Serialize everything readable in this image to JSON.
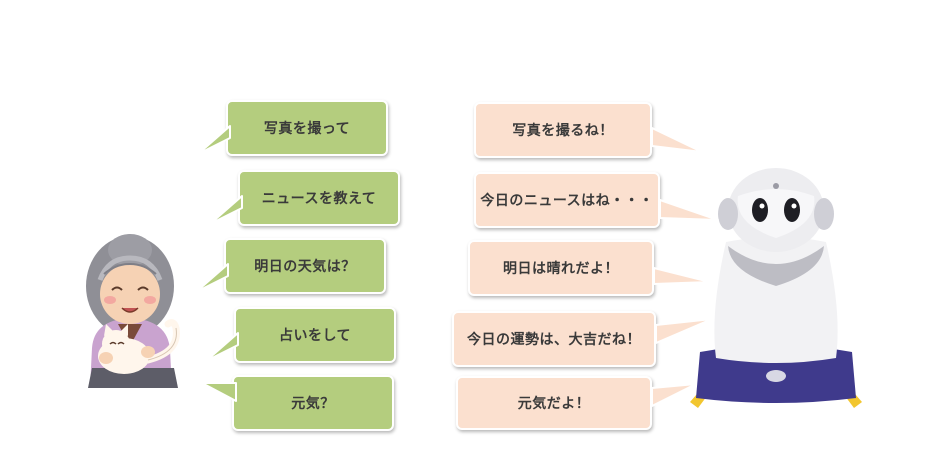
{
  "colors": {
    "user_bubble": "#b4cd7e",
    "robot_bubble": "#fbe0cf",
    "robot_base": "#3f3a8c"
  },
  "icons": {
    "user": "elderly-woman-with-cat-icon",
    "robot": "communication-robot-icon"
  },
  "conversation": [
    {
      "user": "写真を撮って",
      "robot": "写真を撮るね！"
    },
    {
      "user": "ニュースを教えて",
      "robot": "今日のニュースはね・・・"
    },
    {
      "user": "明日の天気は？",
      "robot": "明日は晴れだよ！"
    },
    {
      "user": "占いをして",
      "robot": "今日の運勢は、大吉だね！"
    },
    {
      "user": "元気？",
      "robot": "元気だよ！"
    }
  ]
}
